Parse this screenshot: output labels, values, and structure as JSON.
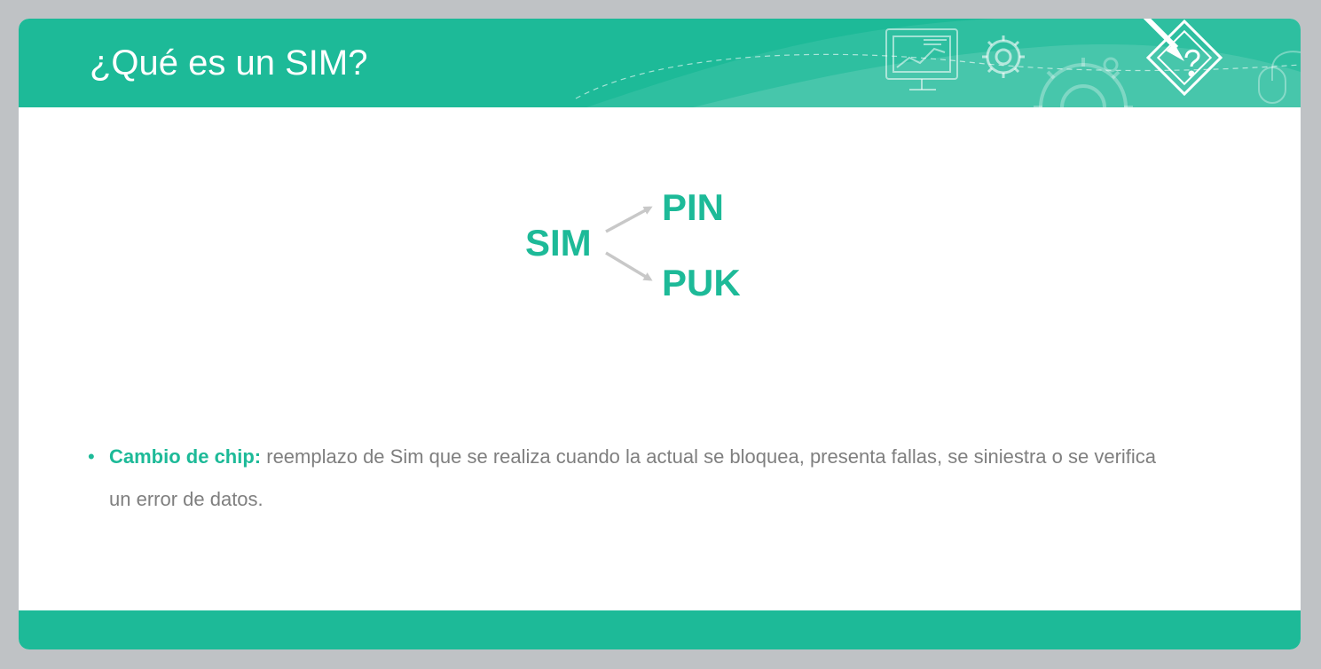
{
  "slide": {
    "title": "¿Qué es un SIM?",
    "diagram": {
      "root": "SIM",
      "branches": [
        "PIN",
        "PUK"
      ]
    },
    "bullet": {
      "lead": "Cambio de chip:",
      "text": " reemplazo de Sim que se realiza cuando la actual se bloquea, presenta fallas, se siniestra o se verifica un error de datos."
    }
  },
  "icons": [
    "monitor-chart-icon",
    "gear-icon",
    "large-gear-icon",
    "pencil-question-diamond-icon",
    "mouse-icon"
  ],
  "colors": {
    "accent": "#1dba98",
    "body_text": "#7f7f7f",
    "frame": "#bfc2c5",
    "arrow": "#c8c8c8"
  }
}
